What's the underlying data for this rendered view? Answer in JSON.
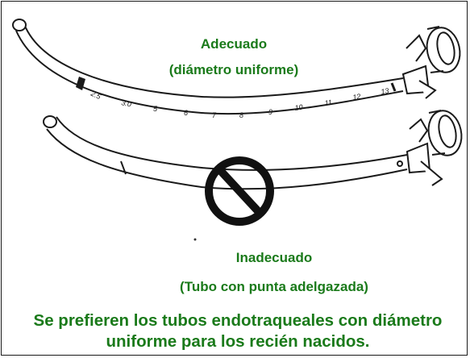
{
  "good_tube": {
    "title": "Adecuado",
    "subtitle": "(diámetro uniforme)",
    "marks": [
      "2.5",
      "3.0",
      "5",
      "6",
      "7",
      "8",
      "9",
      "10",
      "11",
      "12",
      "13"
    ]
  },
  "bad_tube": {
    "title": "Inadecuado",
    "subtitle": "(Tubo con punta adelgazada)"
  },
  "caption": "Se prefieren los tubos endotraqueales con diámetro uniforme para los recién nacidos.",
  "colors": {
    "label_green": "#1a7a1a",
    "line": "#1a1a1a"
  },
  "icons": {
    "prohibited": "prohibited-icon"
  }
}
